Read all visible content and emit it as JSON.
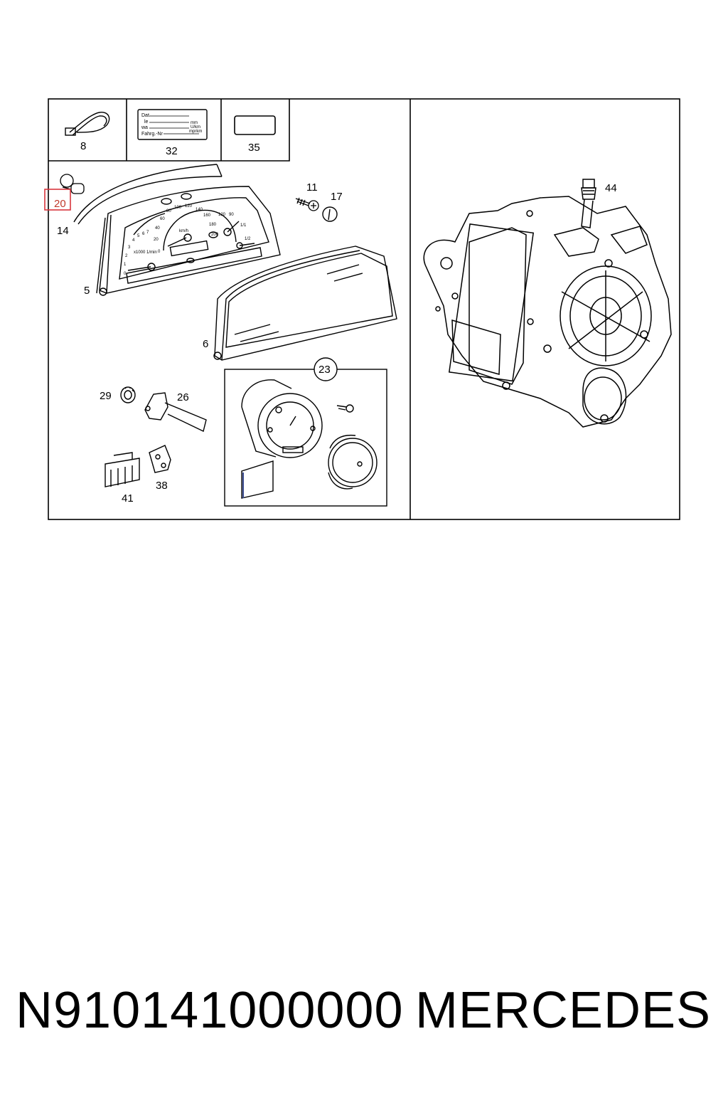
{
  "diagram": {
    "callouts": {
      "c8": "8",
      "c32": "32",
      "c35": "35",
      "c20": "20",
      "c14": "14",
      "c11": "11",
      "c17": "17",
      "c5": "5",
      "c6": "6",
      "c23": "23",
      "c29": "29",
      "c26": "26",
      "c41": "41",
      "c38": "38",
      "c44": "44"
    },
    "highlighted_callout": "20",
    "highlight_color": "#d9363e",
    "label_card": {
      "line1": "Dat",
      "line2": "le",
      "line3": "wa",
      "line4": "Fahrg.-Nr",
      "unit1": "mm",
      "unit2": "U/km",
      "unit3": "mprkm"
    },
    "speedo_ticks": [
      "0",
      "20",
      "40",
      "60",
      "80",
      "100",
      "120",
      "140",
      "160",
      "180",
      "200"
    ],
    "speedo_unit": "km/h",
    "tacho_ticks": [
      "0",
      "1",
      "2",
      "3",
      "4",
      "5",
      "6",
      "7"
    ],
    "tacho_unit": "x1000 1/min",
    "gauge_marks": [
      "120",
      "90",
      "1/1",
      "1/2"
    ]
  },
  "footer": {
    "part_number": "N910141000000",
    "brand": "MERCEDES"
  }
}
